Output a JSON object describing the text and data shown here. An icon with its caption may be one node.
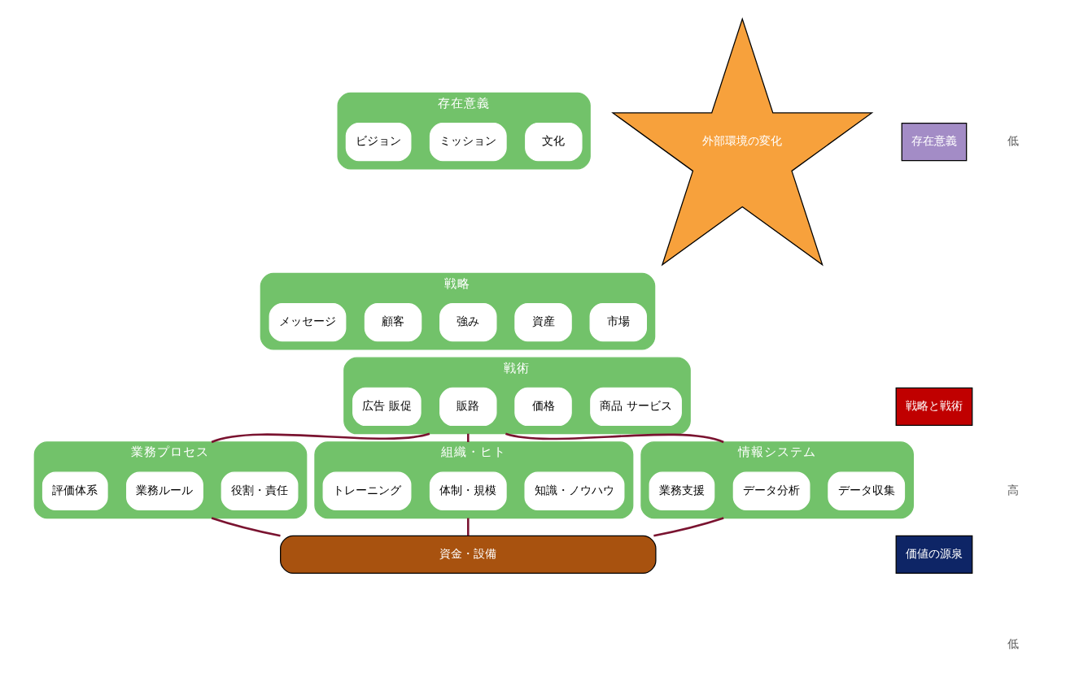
{
  "diagram": {
    "nodes": [
      {
        "text": [
          "存在意義"
        ]
      },
      {
        "text": [
          "文化"
        ],
        "in": 0
      },
      {
        "text": [
          "ミッション"
        ],
        "in": 0
      },
      {
        "text": [
          "ビジョン"
        ],
        "in": 0
      },
      {
        "text": [
          "戦略"
        ]
      },
      {
        "text": [
          "市場"
        ],
        "in": 4
      },
      {
        "text": [
          "資産"
        ],
        "in": 4
      },
      {
        "text": [
          "強み"
        ],
        "in": 4
      },
      {
        "text": [
          "顧客"
        ],
        "in": 4
      },
      {
        "text": [
          "メッセージ"
        ],
        "in": 4
      },
      {
        "text": [
          "戦術"
        ]
      },
      {
        "text": [
          "商品 サービス"
        ],
        "in": 10
      },
      {
        "text": [
          "価格"
        ],
        "in": 10
      },
      {
        "text": [
          "販路"
        ],
        "in": 10
      },
      {
        "text": [
          "広告 販促"
        ],
        "in": 10
      },
      {
        "text": [
          "業務プロセス"
        ]
      },
      {
        "text": [
          "役割・責任"
        ],
        "in": 15
      },
      {
        "text": [
          "業務ルール"
        ],
        "in": 15
      },
      {
        "text": [
          "評価体系"
        ],
        "in": 15
      },
      {
        "text": [
          "組織・ヒト"
        ]
      },
      {
        "text": [
          "知識・ノウハウ"
        ],
        "in": 19
      },
      {
        "text": [
          "体制・規模"
        ],
        "in": 19
      },
      {
        "text": [
          "トレーニング"
        ],
        "in": 19
      },
      {
        "text": [
          "情報システム"
        ]
      },
      {
        "text": [
          "データ収集"
        ],
        "in": 23
      },
      {
        "text": [
          "データ分析"
        ],
        "in": 23
      },
      {
        "text": [
          "業務支援"
        ],
        "in": 23
      },
      {
        "text": [
          "資金・設備"
        ]
      },
      {
        "text": [
          "外部環境の変化"
        ]
      },
      {
        "text": [
          "存在意義"
        ]
      },
      {
        "text": [
          "戦略と戦術"
        ]
      },
      {
        "text": [
          "価値の源泉"
        ]
      }
    ],
    "edges": [
      {
        "from": 10,
        "to": 15,
        "arrow": "none"
      },
      {
        "from": 10,
        "to": 19,
        "arrow": "none"
      },
      {
        "from": 10,
        "to": 23,
        "arrow": "none"
      },
      {
        "from": 15,
        "to": 27,
        "arrow": "none"
      },
      {
        "from": 19,
        "to": 27,
        "arrow": "none"
      },
      {
        "from": 23,
        "to": 27,
        "arrow": "none"
      }
    ],
    "labels": [
      "低",
      "高",
      "低"
    ]
  }
}
